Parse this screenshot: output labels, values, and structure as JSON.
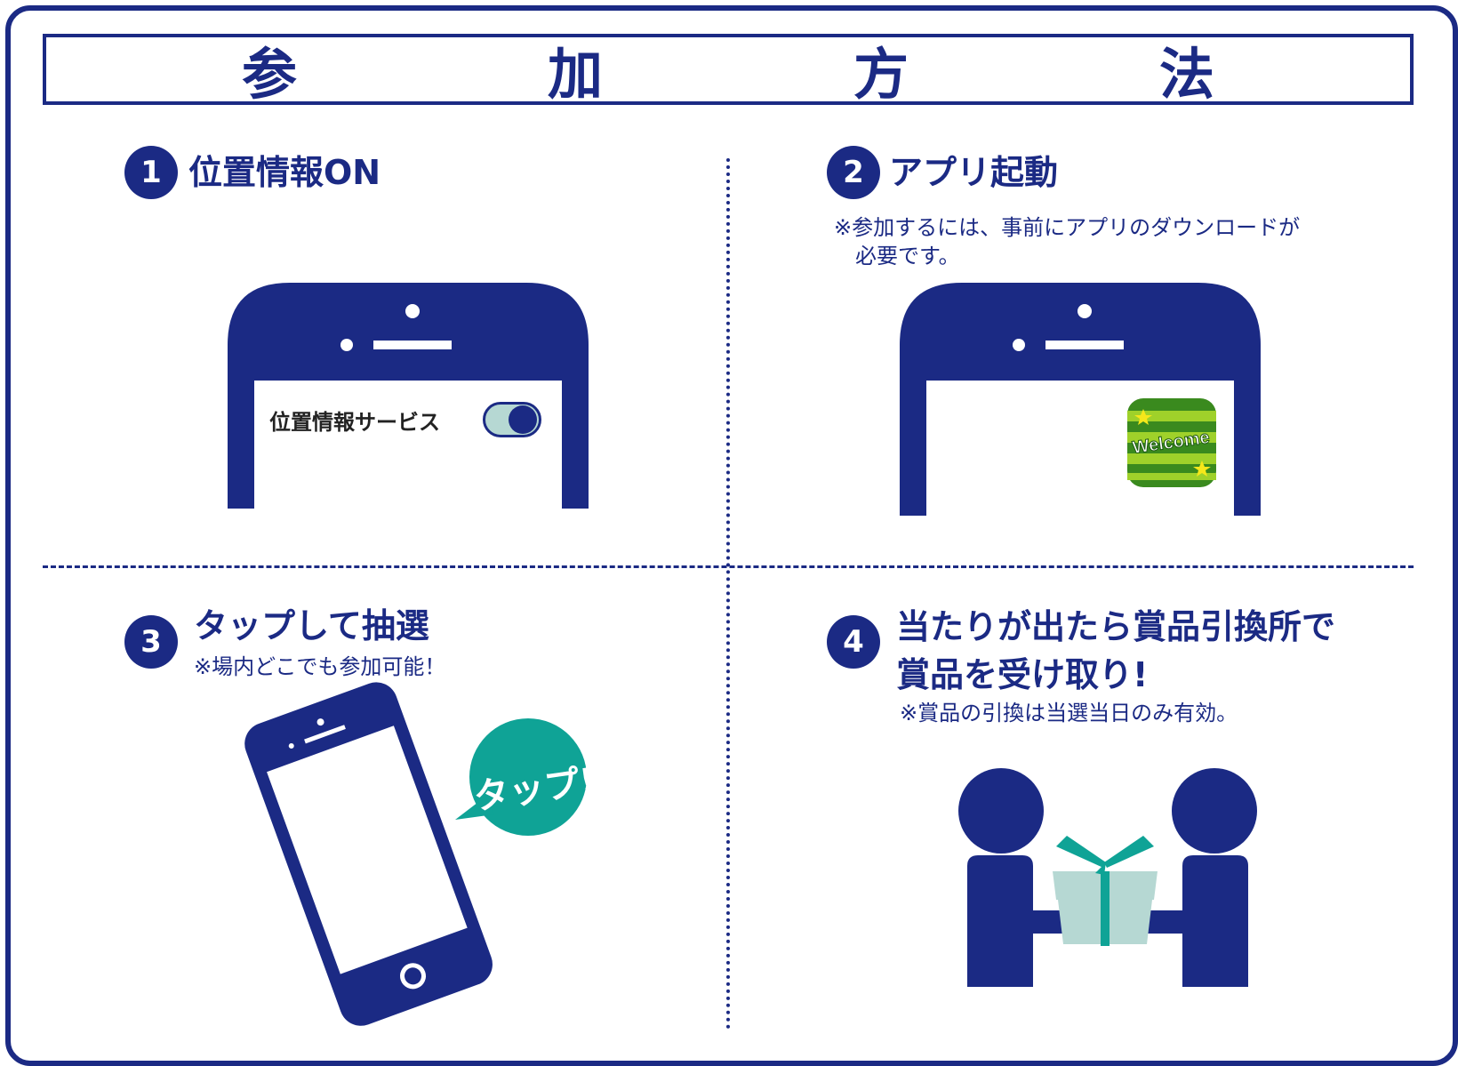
{
  "title": "参　加　方　法",
  "steps": [
    {
      "number": "1",
      "title": "位置情報ON",
      "toggle_label": "位置情報サービス"
    },
    {
      "number": "2",
      "title": "アプリ起動",
      "note": "※参加するには、事前にアプリのダウンロードが\n　必要です。",
      "app_icon_text": "Welcome"
    },
    {
      "number": "3",
      "title": "タップして抽選",
      "note": "※場内どこでも参加可能！",
      "bubble_text": "タップ!"
    },
    {
      "number": "4",
      "title": "当たりが出たら賞品引換所で\n賞品を受け取り!",
      "note": "※賞品の引換は当選当日のみ有効。"
    }
  ],
  "colors": {
    "navy": "#1b2a84",
    "teal": "#0fa396",
    "light_teal": "#b6d8d3",
    "toggle_knob": "#1b2a84"
  }
}
